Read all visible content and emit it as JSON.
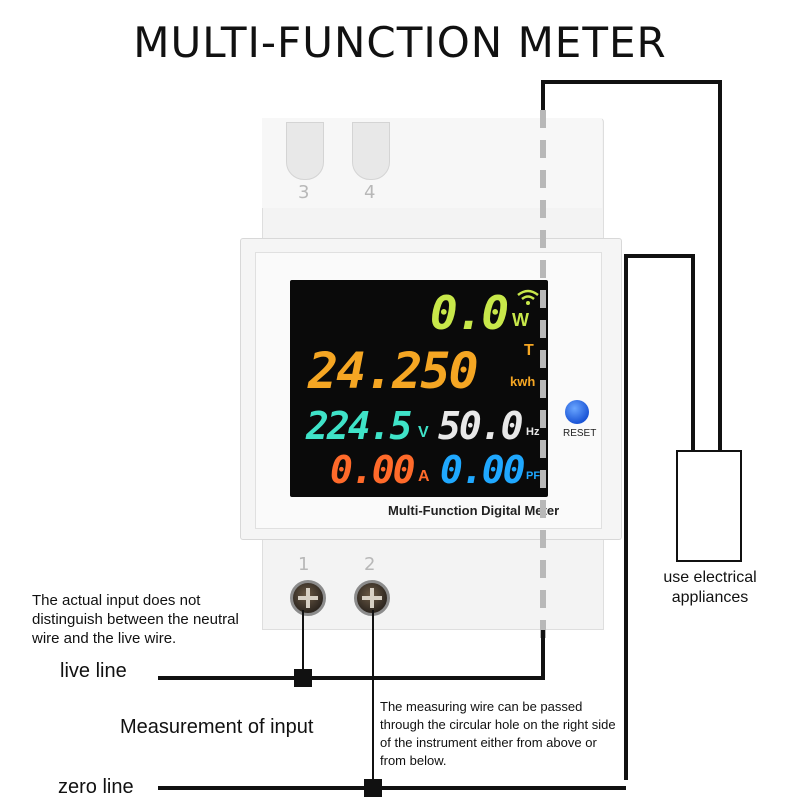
{
  "title": "MULTI-FUNCTION METER",
  "device": {
    "top_terminals": [
      "3",
      "4"
    ],
    "bottom_terminals": [
      "1",
      "2"
    ],
    "face_label": "Multi-Function Digital Meter",
    "reset_label": "RESET",
    "display": {
      "power": {
        "value": "0.0",
        "unit": "W"
      },
      "energy": {
        "value": "24.250",
        "unit": "kwh",
        "suffix": "T"
      },
      "voltage": {
        "value": "224.5",
        "unit": "V"
      },
      "frequency": {
        "value": "50.0",
        "unit": "Hz"
      },
      "current": {
        "value": "0.00",
        "unit": "A"
      },
      "power_factor": {
        "value": "0.00",
        "unit": "PF"
      }
    }
  },
  "notes": {
    "input_note": "The actual input does not distinguish between the neutral wire and the live wire.",
    "measuring_note": "The measuring wire can be passed through the circular hole on the right side of the instrument either from above or from below.",
    "appliance_label": "use electrical appliances"
  },
  "labels": {
    "live_line": "live line",
    "measurement_of_input": "Measurement of input",
    "zero_line": "zero line"
  },
  "colors": {
    "power": "#c8e84a",
    "energy": "#f5a623",
    "voltage": "#3fe3c8",
    "frequency": "#e8e8e8",
    "current": "#ff6a2a",
    "power_factor": "#1fa8ff",
    "reset_button": "#2f6fe8"
  },
  "icons": [
    "wifi-icon"
  ]
}
